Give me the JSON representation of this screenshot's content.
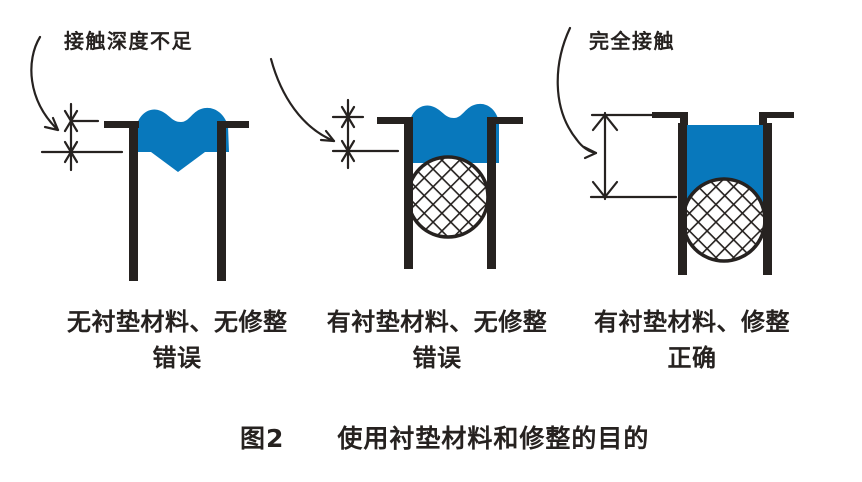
{
  "callouts": {
    "insufficient_depth": "接触深度不足",
    "full_contact": "完全接触"
  },
  "figures": [
    {
      "caption_line1": "无衬垫材料、无修整",
      "caption_line2": "错误"
    },
    {
      "caption_line1": "有衬垫材料、无修整",
      "caption_line2": "错误"
    },
    {
      "caption_line1": "有衬垫材料、修整",
      "caption_line2": "正确"
    }
  ],
  "figure_caption": {
    "number": "图2",
    "title": "使用衬垫材料和修整的目的"
  },
  "colors": {
    "weld_blue": "#0878BC",
    "ink": "#262220",
    "background": "#FFFFFF"
  }
}
